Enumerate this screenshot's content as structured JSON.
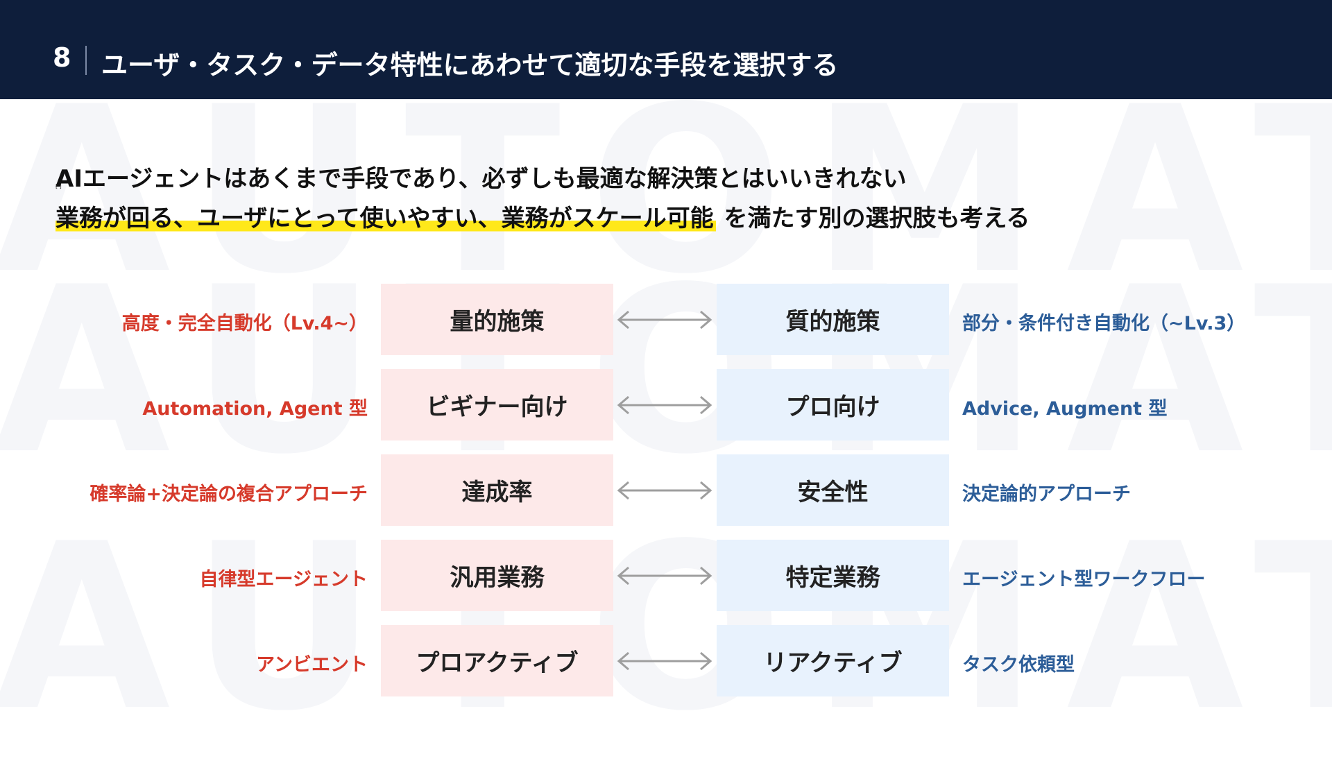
{
  "header": {
    "slide_number": "8",
    "title": "ユーザ・タスク・データ特性にあわせて適切な手段を選択する"
  },
  "watermark": [
    "AUTOMATIC",
    "AUTOMATIC",
    "AUTOMATIC"
  ],
  "lead": {
    "line1": "AIエージェントはあくまで手段であり、必ずしも最適な解決策とはいいきれない",
    "line2_highlight": "業務が回る、ユーザにとって使いやすい、業務がスケール可能",
    "line2_rest": " を満たす別の選択肢も考える",
    "tiny_mark": "[ ]"
  },
  "comparison": {
    "rows": [
      {
        "left_label": "高度・完全自動化（Lv.4~）",
        "left_box": "量的施策",
        "right_box": "質的施策",
        "right_label": "部分・条件付き自動化（~Lv.3）"
      },
      {
        "left_label": "Automation, Agent 型",
        "left_box": "ビギナー向け",
        "right_box": "プロ向け",
        "right_label": "Advice, Augment 型"
      },
      {
        "left_label": "確率論+決定論の複合アプローチ",
        "left_box": "達成率",
        "right_box": "安全性",
        "right_label": "決定論的アプローチ"
      },
      {
        "left_label": "自律型エージェント",
        "left_box": "汎用業務",
        "right_box": "特定業務",
        "right_label": "エージェント型ワークフロー"
      },
      {
        "left_label": "アンビエント",
        "left_box": "プロアクティブ",
        "right_box": "リアクティブ",
        "right_label": "タスク依頼型"
      }
    ]
  },
  "colors": {
    "header_bg": "#0e1e3b",
    "left_accent": "#d63a2b",
    "right_accent": "#2c5d98",
    "left_box_bg": "#fde9e9",
    "right_box_bg": "#e8f2fd",
    "highlight": "#ffe81a",
    "arrow": "#9e9e9e"
  },
  "icons": {
    "arrow": "double-headed-arrow-icon"
  }
}
